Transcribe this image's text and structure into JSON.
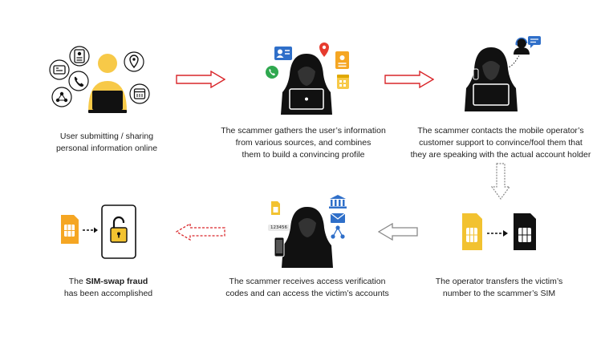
{
  "steps": [
    {
      "id": "step1",
      "caption_lines": [
        "User submitting / sharing",
        "personal information online"
      ]
    },
    {
      "id": "step2",
      "caption_lines": [
        "The scammer gathers the user’s information",
        "from various sources, and combines",
        "them to build a convincing profile"
      ]
    },
    {
      "id": "step3",
      "caption_lines": [
        "The scammer contacts the mobile operator’s",
        "customer support to convince/fool them that",
        "they are speaking with the actual account holder"
      ]
    },
    {
      "id": "step4",
      "caption_lines": [
        "The operator transfers the victim’s",
        "number to the scammer’s SIM"
      ]
    },
    {
      "id": "step5",
      "caption_lines": [
        "The scammer receives access verification",
        "codes and can access the victim’s accounts"
      ],
      "code_text": "123456"
    },
    {
      "id": "step6",
      "caption_prefix": "The ",
      "caption_bold": "SIM-swap fraud",
      "caption_line2": "has been accomplished"
    }
  ],
  "colors": {
    "user_yellow": "#f7c948",
    "sim_yellow": "#f2c230",
    "sim_orange": "#f5a623",
    "arrow_red": "#d9262a",
    "arrow_grey": "#888888",
    "phone_green": "#2fa84f",
    "pin_red": "#e63b2e",
    "blue": "#2f6fc9",
    "black": "#111111"
  },
  "icons": [
    "id-card-icon",
    "contact-card-icon",
    "location-pin-icon",
    "phone-icon",
    "network-icon",
    "calendar-icon",
    "laptop-icon",
    "hacker-icon",
    "headset-agent-icon",
    "chat-bubble-icon",
    "sim-card-icon",
    "smartphone-icon",
    "padlock-open-icon",
    "bank-icon",
    "mail-icon",
    "share-icon"
  ]
}
